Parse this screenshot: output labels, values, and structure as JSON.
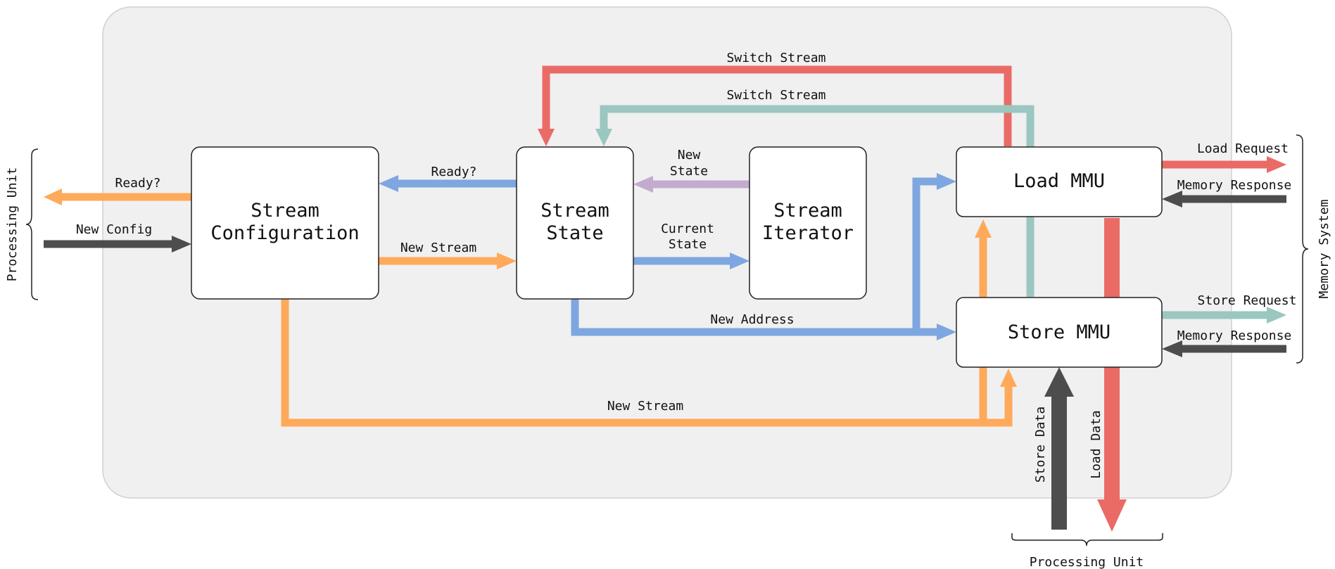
{
  "blocks": {
    "stream_configuration": [
      "Stream",
      "Configuration"
    ],
    "stream_state": [
      "Stream",
      "State"
    ],
    "stream_iterator": [
      "Stream",
      "Iterator"
    ],
    "load_mmu": "Load MMU",
    "store_mmu": "Store MMU"
  },
  "labels": {
    "switch_stream_red": "Switch Stream",
    "switch_stream_teal": "Switch Stream",
    "ready_out": "Ready?",
    "new_config": "New Config",
    "ready_state": "Ready?",
    "new_stream_top": "New Stream",
    "new_state": [
      "New",
      "State"
    ],
    "current_state": [
      "Current",
      "State"
    ],
    "new_address": "New Address",
    "new_stream_bottom": "New Stream",
    "load_request": "Load Request",
    "memory_response_load": "Memory Response",
    "store_request": "Store Request",
    "memory_response_store": "Memory Response",
    "store_data": "Store Data",
    "load_data": "Load Data"
  },
  "side_labels": {
    "left": "Processing Unit",
    "right": "Memory System",
    "bottom": "Processing Unit"
  },
  "colors": {
    "panel": "#f0f0f0",
    "red": "#ea6b66",
    "teal": "#9ac7bf",
    "blue": "#7ea6e0",
    "orange": "#ffa95a",
    "purple": "#c3abd0",
    "dark": "#4d4d4d"
  }
}
